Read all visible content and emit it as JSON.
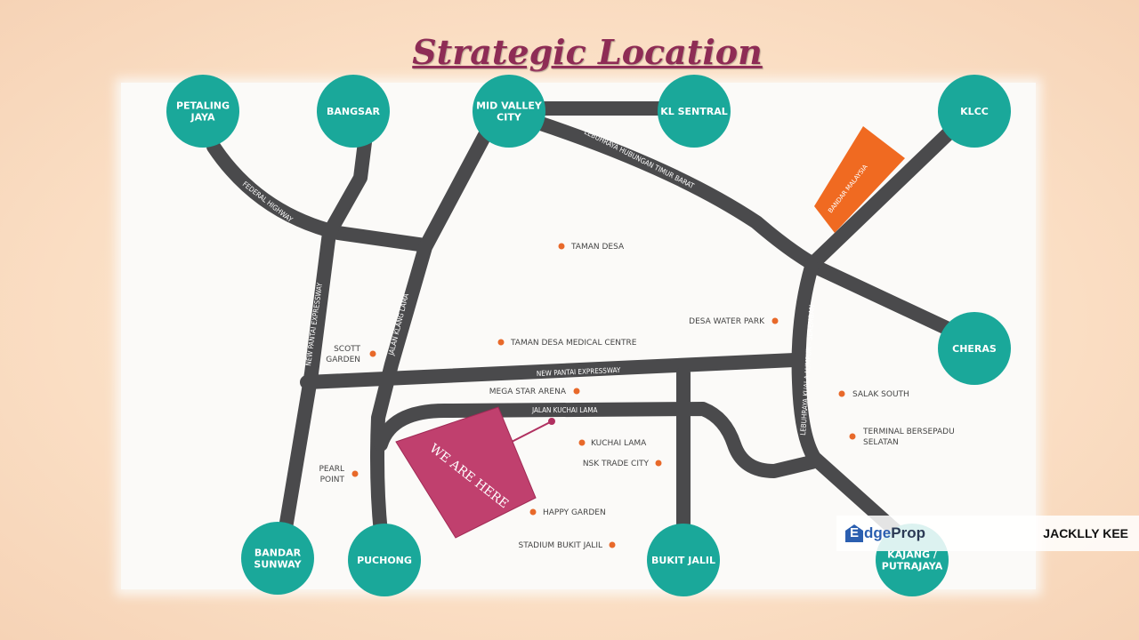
{
  "title": "Strategic Location",
  "colors": {
    "node": "#1aa89a",
    "road": "#4a4a4c",
    "poi_dot": "#e8692a",
    "marker": "#c0406e",
    "bandar_malaysia": "#f06a21",
    "title": "#8e2c55"
  },
  "nodes": [
    [
      "PETALING",
      "JAYA"
    ],
    [
      "BANGSAR"
    ],
    [
      "MID VALLEY",
      "CITY"
    ],
    [
      "KL SENTRAL"
    ],
    [
      "KLCC"
    ],
    [
      "CHERAS"
    ],
    [
      "BANDAR",
      "SUNWAY"
    ],
    [
      "PUCHONG"
    ],
    [
      "BUKIT JALIL"
    ],
    [
      "KAJANG /",
      "PUTRAJAYA"
    ]
  ],
  "roads": {
    "federal": "FEDERAL HIGHWAY",
    "npe_vertical": "NEW PANTAI EXPRESSWAY",
    "klang_lama": "JALAN KLANG LAMA",
    "timur_barat": "LEBUHRAYA HUBUNGAN TIMUR BARAT",
    "npe_horizontal": "NEW PANTAI EXPRESSWAY",
    "kuchai_lama": "JALAN KUCHAI LAMA",
    "kl_seremban": "LEBUHRAYA KUALA LUMPUR - SEREMBAN"
  },
  "bandar_malaysia": "BANDAR MALAYSIA",
  "pois": [
    [
      "TAMAN DESA"
    ],
    [
      "DESA WATER PARK"
    ],
    [
      "TAMAN DESA MEDICAL CENTRE"
    ],
    [
      "SCOTT",
      "GARDEN"
    ],
    [
      "MEGA STAR ARENA"
    ],
    [
      "SALAK SOUTH"
    ],
    [
      "TERMINAL BERSEPADU",
      "SELATAN"
    ],
    [
      "KUCHAI LAMA"
    ],
    [
      "NSK TRADE CITY"
    ],
    [
      "PEARL",
      "POINT"
    ],
    [
      "HAPPY GARDEN"
    ],
    [
      "STADIUM BUKIT JALIL"
    ]
  ],
  "marker": "WE ARE HERE",
  "footer": {
    "logo_e": "E",
    "logo_dge": "dge",
    "logo_prop": "Prop",
    "agent": "JACKLLY KEE"
  }
}
